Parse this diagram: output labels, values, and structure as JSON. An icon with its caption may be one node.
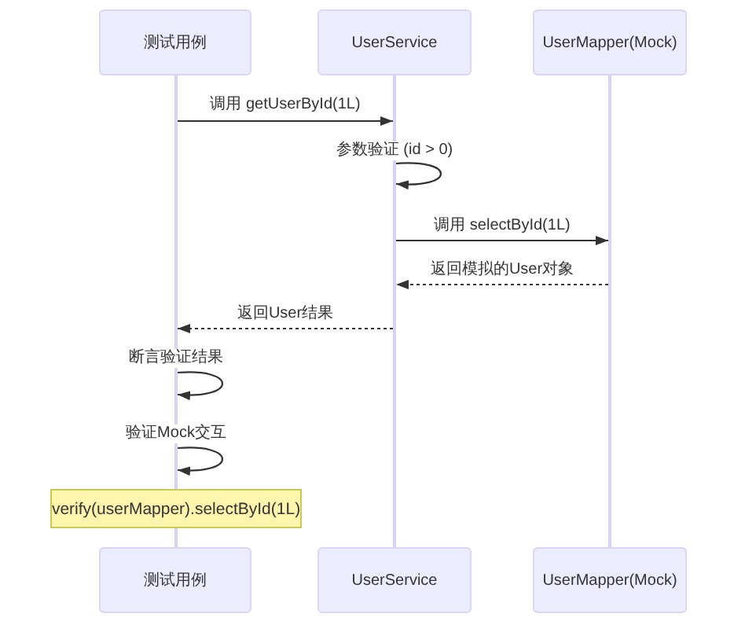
{
  "diagram": {
    "nodes": [
      {
        "text": [
          "测试用例"
        ]
      },
      {
        "text": [
          "UserService"
        ]
      },
      {
        "text": [
          "UserMapper(Mock)"
        ]
      },
      {
        "text": [],
        "shape": "bar"
      },
      {
        "text": [],
        "shape": "bar"
      },
      {
        "text": [],
        "shape": "bar"
      },
      {
        "text": [
          "verify(userMapper).selectById(1L)"
        ]
      },
      {
        "text": [],
        "shape": "bar"
      },
      {
        "text": [
          "测试用例"
        ]
      },
      {
        "text": [
          "UserService"
        ]
      },
      {
        "text": [
          "UserMapper(Mock)"
        ]
      }
    ],
    "edges": [
      {
        "from": 3,
        "to": 4,
        "arrow": "to",
        "label": "调用 getUserById(1L)"
      },
      {
        "from": 4,
        "to": 4,
        "arrow": "to",
        "label": "参数验证 (id > 0)"
      },
      {
        "from": 4,
        "to": 5,
        "arrow": "to",
        "label": "调用 selectById(1L)"
      },
      {
        "from": 5,
        "to": 4,
        "arrow": "to",
        "label": "返回模拟的User对象",
        "style": "dashed"
      },
      {
        "from": 4,
        "to": 3,
        "arrow": "to",
        "label": "返回User结果",
        "style": "dashed"
      },
      {
        "from": 3,
        "to": 3,
        "arrow": "to",
        "label": "断言验证结果"
      },
      {
        "from": 3,
        "to": 3,
        "arrow": "to",
        "label": "验证Mock交互"
      }
    ]
  }
}
